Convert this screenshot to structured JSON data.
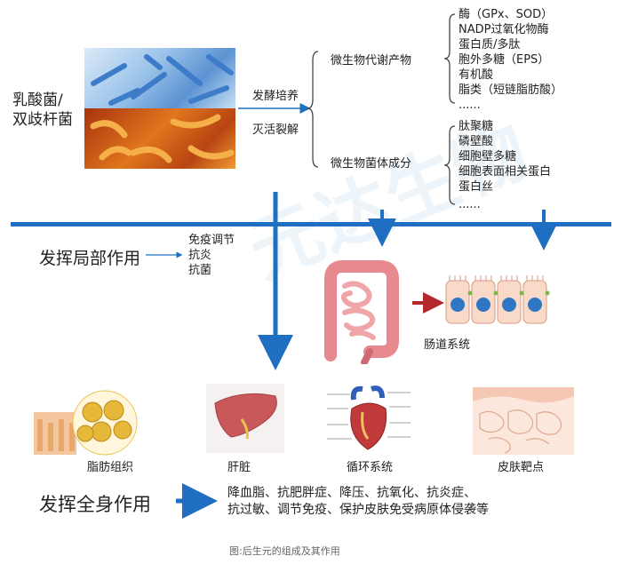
{
  "source_label": [
    "乳酸菌/",
    "双歧杆菌"
  ],
  "process": {
    "ferment": "发酵培养",
    "inactivate": "灭活裂解"
  },
  "categories": {
    "metabolites": "微生物代谢产物",
    "components": "微生物菌体成分"
  },
  "metabolites_list": [
    "酶（GPx、SOD）",
    "NADP过氧化物酶",
    "蛋白质/多肽",
    "胞外多糖（EPS）",
    "有机酸",
    "脂类（短链脂肪酸）",
    "......"
  ],
  "components_list": [
    "肽聚糖",
    "磷壁酸",
    "细胞壁多糖",
    "细胞表面相关蛋白",
    "蛋白丝",
    "......"
  ],
  "local": {
    "title": "发挥局部作用",
    "effects": [
      "免疫调节",
      "抗炎",
      "抗菌"
    ]
  },
  "gut_label": "肠道系统",
  "organs": [
    "脂肪组织",
    "肝脏",
    "循环系统",
    "皮肤靶点"
  ],
  "systemic": {
    "title": "发挥全身作用",
    "effects_line1": "降血脂、抗肥胖症、降压、抗氧化、抗炎症、",
    "effects_line2": "抗过敏、调节免疫、保护皮肤免受病原体侵袭等"
  },
  "caption": "图:后生元的组成及其作用",
  "watermark": "元达生物",
  "colors": {
    "accent_blue": "#1e6fc1",
    "gut_pink": "#e8898f",
    "arrow_red": "#b5282e"
  }
}
